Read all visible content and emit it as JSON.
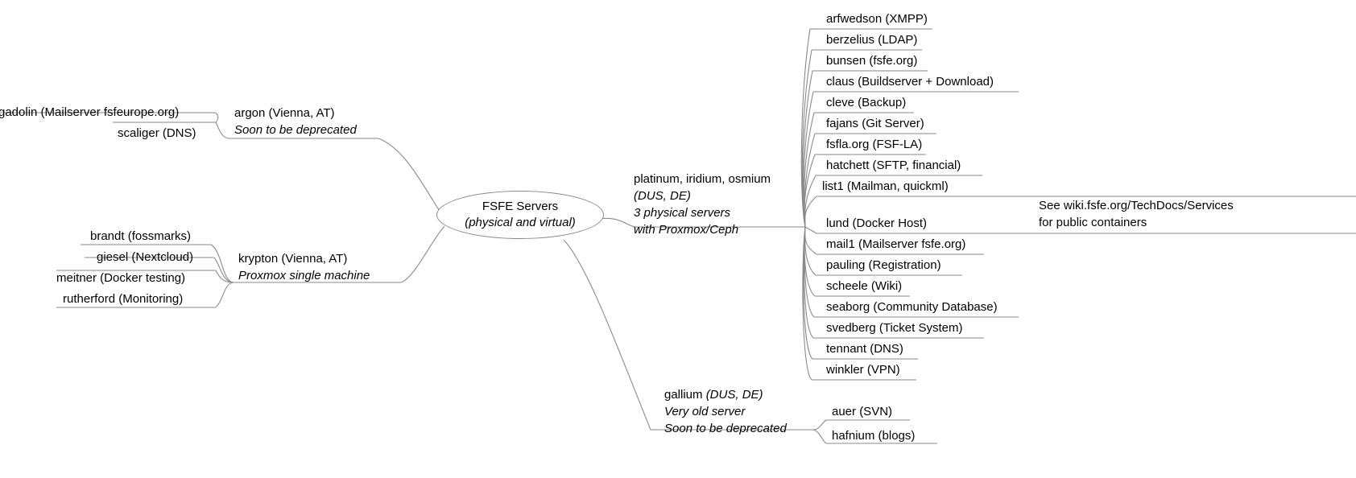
{
  "diagram": {
    "title": "FSFE Servers mind map",
    "line_color": "#8a8a8a",
    "text_color": "#000000",
    "background": "#ffffff"
  },
  "center": {
    "line1": "FSFE Servers",
    "line2": "(physical and virtual)"
  },
  "note": {
    "line1": "See wiki.fsfe.org/TechDocs/Services",
    "line2": "for public containers"
  },
  "branches": {
    "argon": {
      "line1": "argon (Vienna, AT)",
      "line2": "Soon to be deprecated",
      "children": [
        "gadolin (Mailserver fsfeurope.org)",
        "scaliger (DNS)"
      ]
    },
    "krypton": {
      "line1": "krypton (Vienna, AT)",
      "line2": "Proxmox single machine",
      "children": [
        "brandt (fossmarks)",
        "giesel (Nextcloud)",
        "meitner (Docker testing)",
        "rutherford (Monitoring)"
      ]
    },
    "platinum": {
      "line1": "platinum, iridium, osmium",
      "line2": "(DUS, DE)",
      "line3": "3 physical servers",
      "line4": "with Proxmox/Ceph",
      "children": [
        "arfwedson (XMPP)",
        "berzelius (LDAP)",
        "bunsen (fsfe.org)",
        "claus (Buildserver + Download)",
        "cleve (Backup)",
        "fajans (Git Server)",
        "fsfla.org (FSF-LA)",
        "hatchett (SFTP, financial)",
        "list1 (Mailman, quickml)",
        "lund (Docker Host)",
        "mail1 (Mailserver fsfe.org)",
        "pauling (Registration)",
        "scheele (Wiki)",
        "seaborg (Community Database)",
        "svedberg (Ticket System)",
        "tennant (DNS)",
        "winkler (VPN)"
      ]
    },
    "gallium": {
      "line1_plain": "gallium ",
      "line1_ital": "(DUS, DE)",
      "line2": "Very old server",
      "line3": "Soon to be deprecated",
      "children": [
        "auer (SVN)",
        "hafnium (blogs)"
      ]
    }
  }
}
